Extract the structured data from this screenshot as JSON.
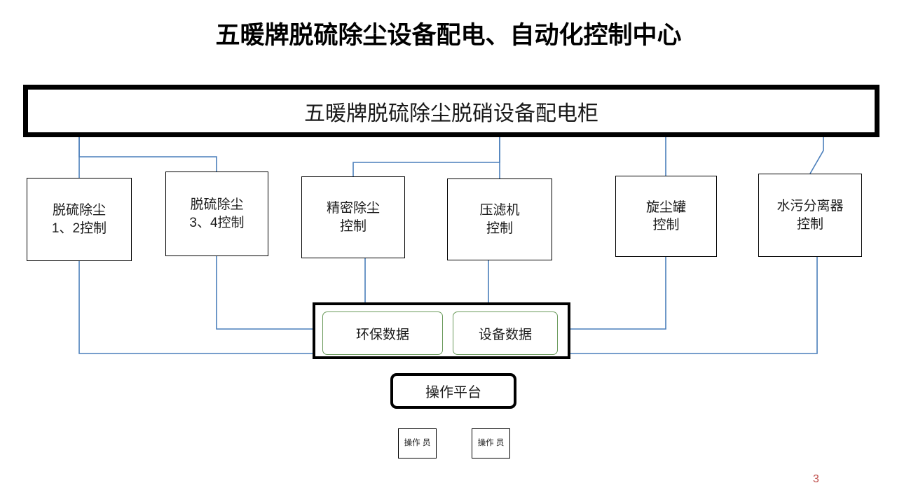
{
  "page": {
    "title": "五暖牌脱硫除尘设备配电、自动化控制中心",
    "page_number": "3"
  },
  "main_cabinet": {
    "label": "五暖牌脱硫除尘脱硝设备配电柜"
  },
  "units": [
    {
      "line1": "脱硫除尘",
      "line2": "1、2控制"
    },
    {
      "line1": "脱硫除尘",
      "line2": "3、4控制"
    },
    {
      "line1": "精密除尘",
      "line2": "控制"
    },
    {
      "line1": "压滤机",
      "line2": "控制"
    },
    {
      "line1": "旋尘罐",
      "line2": "控制"
    },
    {
      "line1": "水污分离器",
      "line2": "控制"
    }
  ],
  "data_box": {
    "chips": [
      {
        "label": "环保数据"
      },
      {
        "label": "设备数据"
      }
    ]
  },
  "platform": {
    "label": "操作平台"
  },
  "operators": [
    {
      "line1": "操作",
      "line2": "员"
    },
    {
      "line1": "操作",
      "line2": "员"
    }
  ],
  "colors": {
    "line": "#4a7ebb",
    "chip_border": "#6a9a5b",
    "page_number": "#c0504d",
    "box_border": "#000000"
  }
}
